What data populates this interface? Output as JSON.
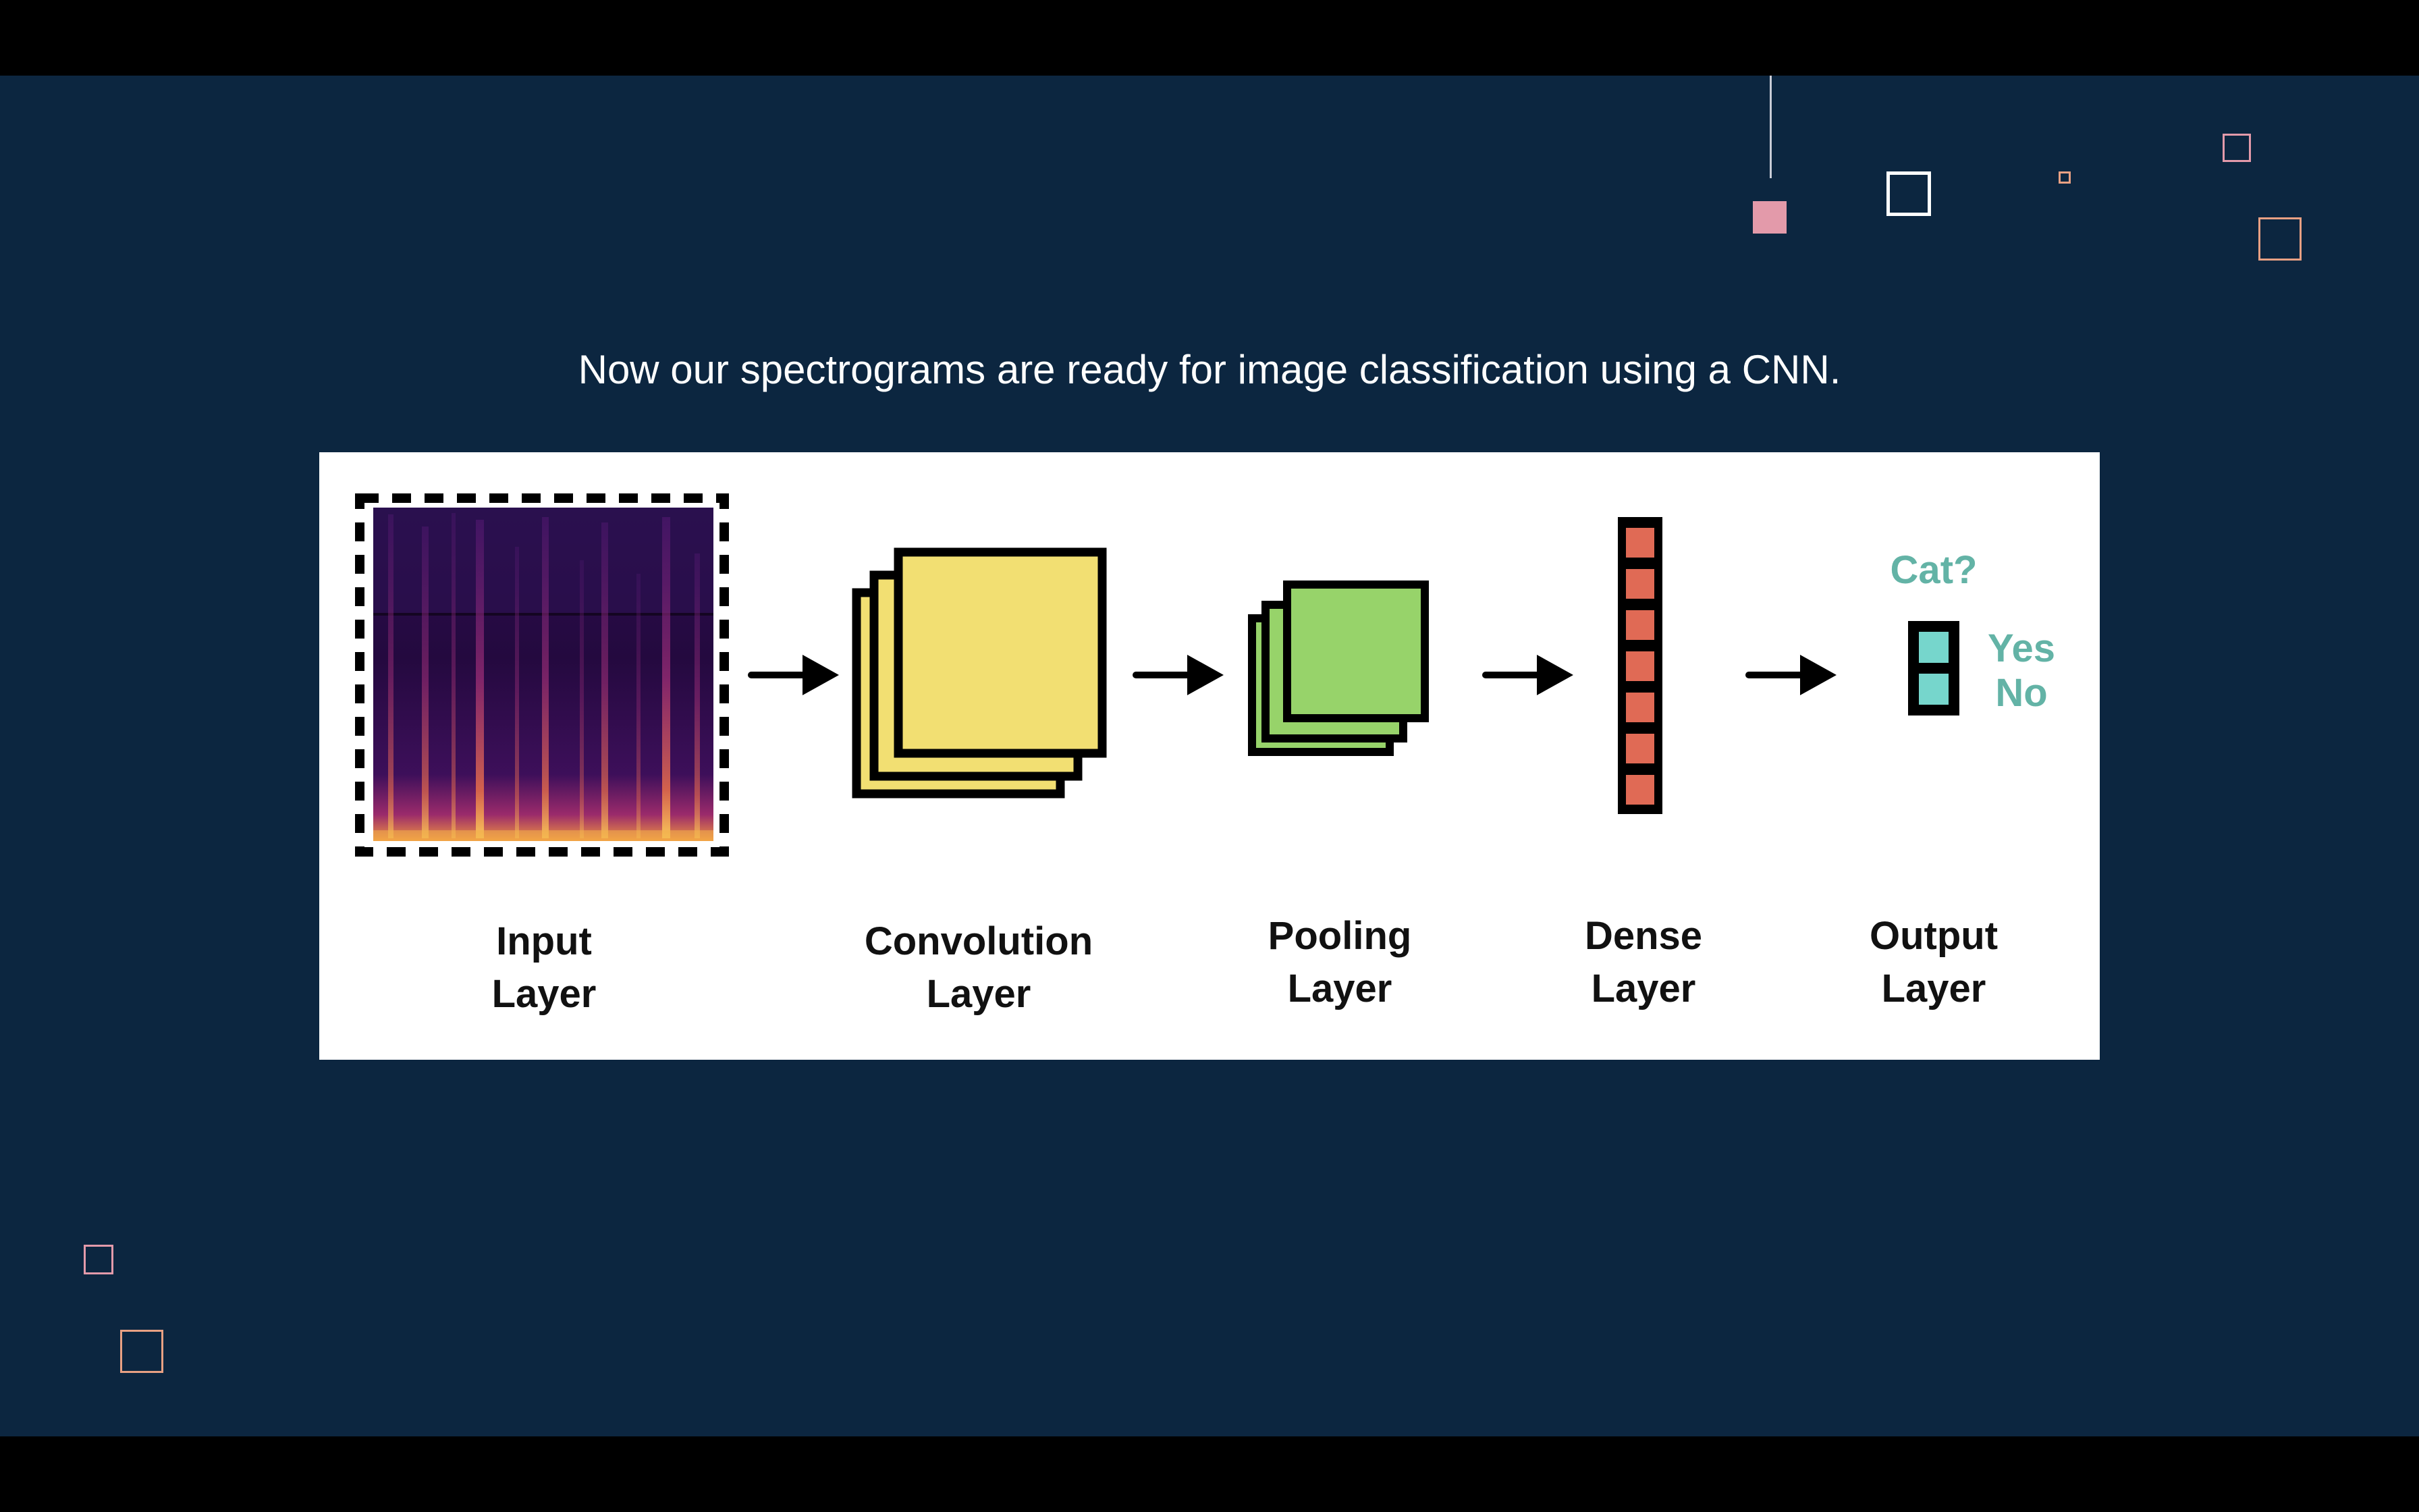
{
  "slide": {
    "caption": "Now our spectrograms are ready for image classification using a CNN.",
    "background": "#0c2640",
    "letterbox": "#000000"
  },
  "diagram": {
    "layers": [
      {
        "id": "input",
        "line1": "Input",
        "line2": "Layer"
      },
      {
        "id": "convolution",
        "line1": "Convolution",
        "line2": "Layer"
      },
      {
        "id": "pooling",
        "line1": "Pooling",
        "line2": "Layer"
      },
      {
        "id": "dense",
        "line1": "Dense",
        "line2": "Layer"
      },
      {
        "id": "output",
        "line1": "Output",
        "line2": "Layer"
      }
    ],
    "output": {
      "question": "Cat?",
      "yes_label": "Yes",
      "no_label": "No"
    },
    "colors": {
      "convolution": "#f2df72",
      "pooling": "#97d36a",
      "dense": "#e06a55",
      "output_cells": "#76d6cc",
      "output_text": "#63b3a6",
      "deco_pink": "#e39aaa",
      "deco_salmon": "#e8a083"
    },
    "dense_units": 7,
    "output_units": 2
  }
}
